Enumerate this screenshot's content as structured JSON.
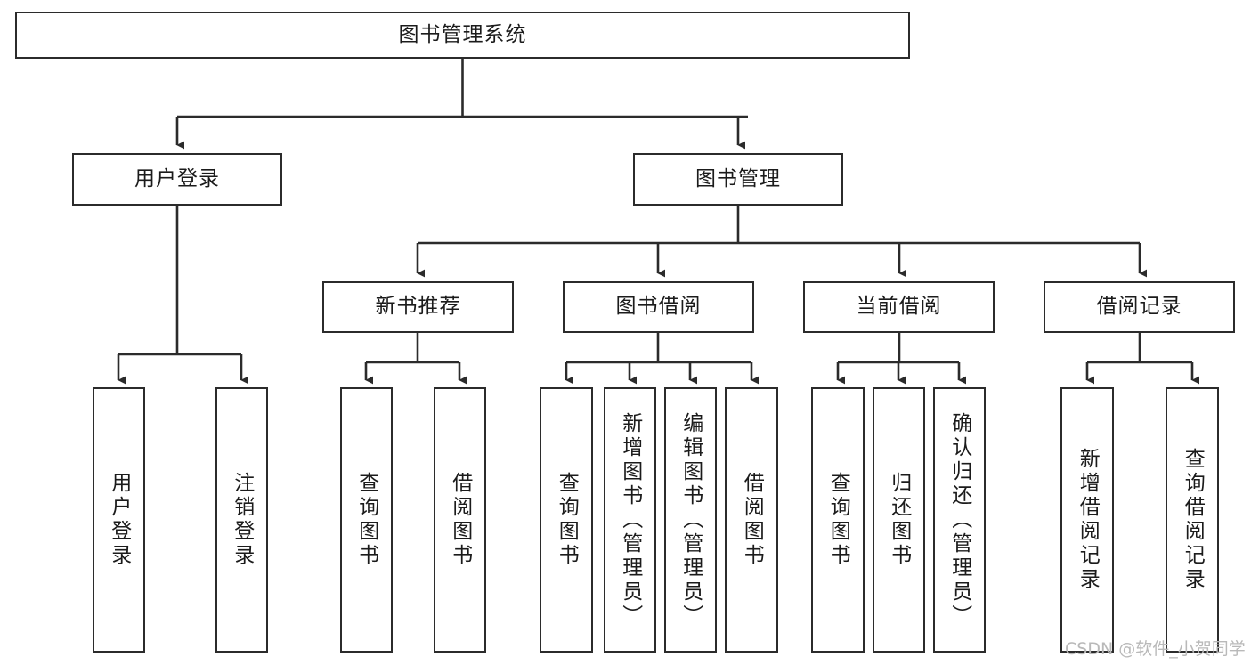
{
  "diagram": {
    "title_node": {
      "label": "图书管理系统"
    },
    "level2": [
      {
        "id": "user-login",
        "label": "用户登录"
      },
      {
        "id": "book-management",
        "label": "图书管理"
      }
    ],
    "level3": [
      {
        "id": "new-book-recommend",
        "label": "新书推荐"
      },
      {
        "id": "book-borrow",
        "label": "图书借阅"
      },
      {
        "id": "current-borrow",
        "label": "当前借阅"
      },
      {
        "id": "borrow-record",
        "label": "借阅记录"
      }
    ],
    "leaves": {
      "user_login": [
        {
          "id": "leaf-user-login",
          "label": "用户登录"
        },
        {
          "id": "leaf-logout-login",
          "label": "注销登录"
        }
      ],
      "new_book_recommend": [
        {
          "id": "leaf-query-book-1",
          "label": "查询图书"
        },
        {
          "id": "leaf-borrow-book-1",
          "label": "借阅图书"
        }
      ],
      "book_borrow": [
        {
          "id": "leaf-query-book-2",
          "label": "查询图书"
        },
        {
          "id": "leaf-add-book",
          "label": "新增图书（管理员）"
        },
        {
          "id": "leaf-edit-book",
          "label": "编辑图书（管理员）"
        },
        {
          "id": "leaf-borrow-book-2",
          "label": "借阅图书"
        }
      ],
      "current_borrow": [
        {
          "id": "leaf-query-book-3",
          "label": "查询图书"
        },
        {
          "id": "leaf-return-book",
          "label": "归还图书"
        },
        {
          "id": "leaf-confirm-return",
          "label": "确认归还（管理员）"
        }
      ],
      "borrow_record": [
        {
          "id": "leaf-add-record",
          "label": "新增借阅记录"
        },
        {
          "id": "leaf-query-record",
          "label": "查询借阅记录"
        }
      ]
    }
  },
  "watermark": {
    "text": "CSDN @软件_小贺同学"
  },
  "colors": {
    "stroke": "#2b2b2b",
    "background": "#ffffff",
    "text": "#1b1b1b",
    "watermark": "#b9b9b9"
  }
}
